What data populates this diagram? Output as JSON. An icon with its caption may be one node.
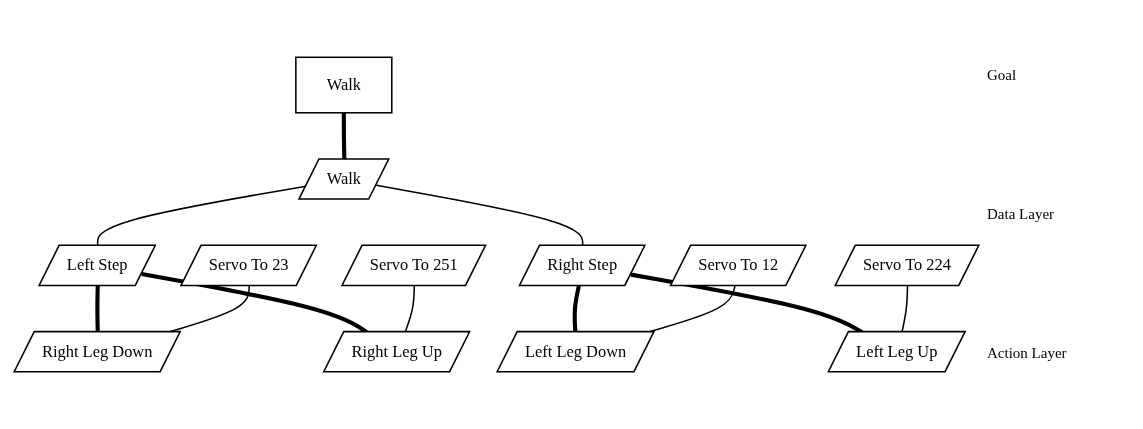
{
  "diagram": {
    "nodes": [
      {
        "text": [
          "Walk"
        ]
      },
      {
        "text": [
          "Walk"
        ]
      },
      {
        "text": [
          "Left Step"
        ]
      },
      {
        "text": [
          "Right Step"
        ]
      },
      {
        "text": [
          "Servo To 23"
        ]
      },
      {
        "text": [
          "Servo To 251"
        ]
      },
      {
        "text": [
          "Servo To 12"
        ]
      },
      {
        "text": [
          "Servo To 224"
        ]
      },
      {
        "text": [
          "Right Leg Down"
        ]
      },
      {
        "text": [
          "Right Leg Up"
        ]
      },
      {
        "text": [
          "Left Leg Down"
        ]
      },
      {
        "text": [
          "Left Leg Up"
        ]
      }
    ],
    "edges": [
      {
        "from": 0,
        "to": 1,
        "arrow": "none",
        "style": "thick"
      },
      {
        "from": 1,
        "to": 2,
        "arrow": "none"
      },
      {
        "from": 1,
        "to": 3,
        "arrow": "none"
      },
      {
        "from": 2,
        "to": 8,
        "arrow": "none",
        "style": "thick"
      },
      {
        "from": 2,
        "to": 9,
        "arrow": "none",
        "style": "thick"
      },
      {
        "from": 3,
        "to": 10,
        "arrow": "none",
        "style": "thick"
      },
      {
        "from": 3,
        "to": 11,
        "arrow": "none",
        "style": "thick"
      },
      {
        "from": 4,
        "to": 8,
        "arrow": "none"
      },
      {
        "from": 5,
        "to": 9,
        "arrow": "none"
      },
      {
        "from": 6,
        "to": 10,
        "arrow": "none"
      },
      {
        "from": 7,
        "to": 11,
        "arrow": "none"
      }
    ],
    "labels": [
      "Goal",
      "Data Layer",
      "Action Layer"
    ]
  }
}
